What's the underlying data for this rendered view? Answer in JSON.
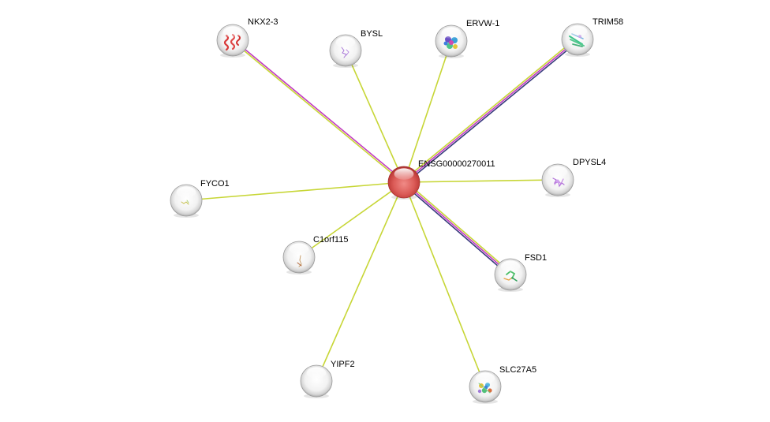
{
  "network": {
    "center": {
      "id": "center",
      "label": "ENSG00000270011",
      "color": "#d0494a",
      "query": true
    },
    "nodes": [
      {
        "id": "nkx2-3",
        "label": "NKX2-3",
        "structure": "helix-red"
      },
      {
        "id": "bysl",
        "label": "BYSL",
        "structure": "purple-thin"
      },
      {
        "id": "ervw-1",
        "label": "ERVW-1",
        "structure": "multi-color"
      },
      {
        "id": "trim58",
        "label": "TRIM58",
        "structure": "green-sheet"
      },
      {
        "id": "dpysl4",
        "label": "DPYSL4",
        "structure": "purple-blob"
      },
      {
        "id": "fyco1",
        "label": "FYCO1",
        "structure": "yellow-thin"
      },
      {
        "id": "c1orf115",
        "label": "C1orf115",
        "structure": "tan-thin"
      },
      {
        "id": "fsd1",
        "label": "FSD1",
        "structure": "green-orange"
      },
      {
        "id": "yipf2",
        "label": "YIPF2",
        "structure": "none"
      },
      {
        "id": "slc27a5",
        "label": "SLC27A5",
        "structure": "multi-dense"
      }
    ],
    "edges": [
      {
        "target": "nkx2-3",
        "evidence": [
          "textmining",
          "coexpression"
        ]
      },
      {
        "target": "bysl",
        "evidence": [
          "textmining"
        ]
      },
      {
        "target": "ervw-1",
        "evidence": [
          "textmining"
        ]
      },
      {
        "target": "trim58",
        "evidence": [
          "textmining",
          "coexpression",
          "homology"
        ]
      },
      {
        "target": "dpysl4",
        "evidence": [
          "textmining"
        ]
      },
      {
        "target": "fyco1",
        "evidence": [
          "textmining"
        ]
      },
      {
        "target": "c1orf115",
        "evidence": [
          "textmining"
        ]
      },
      {
        "target": "fsd1",
        "evidence": [
          "textmining",
          "coexpression",
          "homology"
        ]
      },
      {
        "target": "yipf2",
        "evidence": [
          "textmining"
        ]
      },
      {
        "target": "slc27a5",
        "evidence": [
          "textmining"
        ]
      }
    ],
    "evidence_colors": {
      "textmining": "#c7d636",
      "coexpression": "#c23bc2",
      "homology": "#3a3a7e"
    },
    "node_color": "#ececec"
  }
}
